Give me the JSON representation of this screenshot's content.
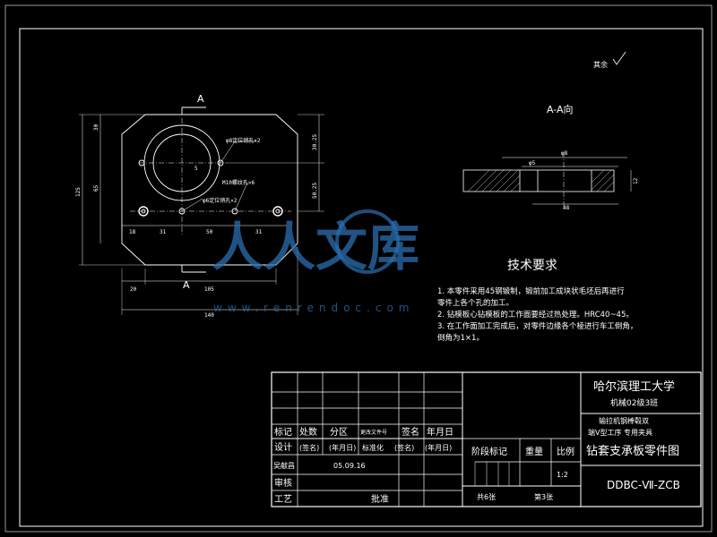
{
  "roughness": {
    "label": "其余"
  },
  "section": {
    "cut_label": "A",
    "view_title": "A-A向"
  },
  "front_view": {
    "callouts": {
      "top_holes": "φ8定位销孔×2",
      "m10": "M10螺纹孔×6",
      "bottom_holes": "φ6定位销孔×2"
    },
    "dims": {
      "overall_width": "140",
      "height": "125",
      "h65": "65",
      "h30": "30",
      "r5": "5",
      "left18": "18",
      "d31a": "31",
      "d50": "50",
      "d31b": "31",
      "bottom20": "20",
      "bottom105": "105",
      "right_a": "30.25",
      "right_b": "50.25"
    }
  },
  "section_view": {
    "dims": {
      "top": "φ8",
      "mid": "φ5",
      "bottom": "48",
      "left": "12"
    }
  },
  "tech": {
    "title": "技术要求",
    "items": [
      "1. 本零件采用45钢锻制，锻前加工成块状毛坯后再进行",
      "   零件上各个孔的加工。",
      "2. 钻模板心钻模板的工作面要经过热处理。HRC40~45。",
      "3. 在工作面加工完成后，对零件边缘各个棱进行车工倒角，",
      "   倒角为1×1。"
    ]
  },
  "title_block": {
    "school": "哈尔滨理工大学",
    "class": "机械02级3班",
    "project_line1": "输拉机钢棒毂双",
    "project_line2": "端V型工序 专用夹具",
    "drawing_name": "钻套支承板零件图",
    "drawing_code": "DDBC-Ⅶ-ZCB",
    "mark": "标记",
    "count": "处数",
    "zone": "分区",
    "change_doc": "更改文件号",
    "sign": "签名",
    "date": "年月日",
    "design": "设计",
    "sign_paren": "(签名)",
    "date_paren": "(年月日)",
    "standardize": "标准化",
    "sign_paren2": "(签名)",
    "date_paren2": "(年月日)",
    "designer": "吴献昌",
    "design_date": "05.09.16",
    "review": "审核",
    "process": "工艺",
    "approve": "批准",
    "stage": "阶段标记",
    "weight": "重量",
    "scale": "比例",
    "scale_value": "1:2",
    "total_sheets": "共6张",
    "sheet_no": "第3张"
  },
  "watermark": {
    "text": "人人文库",
    "url": "www.renrendoc.com"
  }
}
